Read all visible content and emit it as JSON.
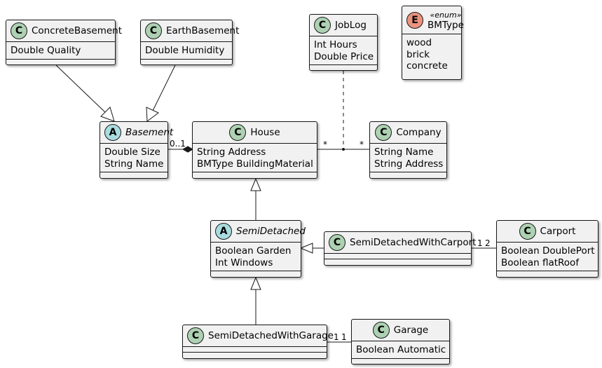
{
  "classes": {
    "concrete_basement": {
      "badge": "C",
      "name": "ConcreteBasement",
      "attrs": [
        "Double Quality"
      ]
    },
    "earth_basement": {
      "badge": "C",
      "name": "EarthBasement",
      "attrs": [
        "Double Humidity"
      ]
    },
    "job_log": {
      "badge": "C",
      "name": "JobLog",
      "attrs": [
        "Int Hours",
        "Double Price"
      ]
    },
    "bm_type": {
      "badge": "E",
      "stereotype": "«enum»",
      "name": "BMType",
      "values": [
        "wood",
        "brick",
        "concrete"
      ]
    },
    "basement": {
      "badge": "A",
      "name": "Basement",
      "attrs": [
        "Double Size",
        "String Name"
      ]
    },
    "house": {
      "badge": "C",
      "name": "House",
      "attrs": [
        "String Address",
        "BMType BuildingMaterial"
      ]
    },
    "company": {
      "badge": "C",
      "name": "Company",
      "attrs": [
        "String Name",
        "String Address"
      ]
    },
    "semi_detached": {
      "badge": "A",
      "name": "SemiDetached",
      "attrs": [
        "Boolean Garden",
        "Int Windows"
      ]
    },
    "semi_detached_with_carport": {
      "badge": "C",
      "name": "SemiDetachedWithCarport",
      "attrs": []
    },
    "carport": {
      "badge": "C",
      "name": "Carport",
      "attrs": [
        "Boolean DoublePort",
        "Boolean flatRoof"
      ]
    },
    "semi_detached_with_garage": {
      "badge": "C",
      "name": "SemiDetachedWithGarage",
      "attrs": []
    },
    "garage": {
      "badge": "C",
      "name": "Garage",
      "attrs": [
        "Boolean Automatic"
      ]
    }
  },
  "multiplicities": {
    "basement_house": "0..1",
    "house_company_left": "*",
    "house_company_right": "*",
    "carport_left": "1",
    "carport_right": "2",
    "garage_left": "1",
    "garage_right": "1"
  }
}
